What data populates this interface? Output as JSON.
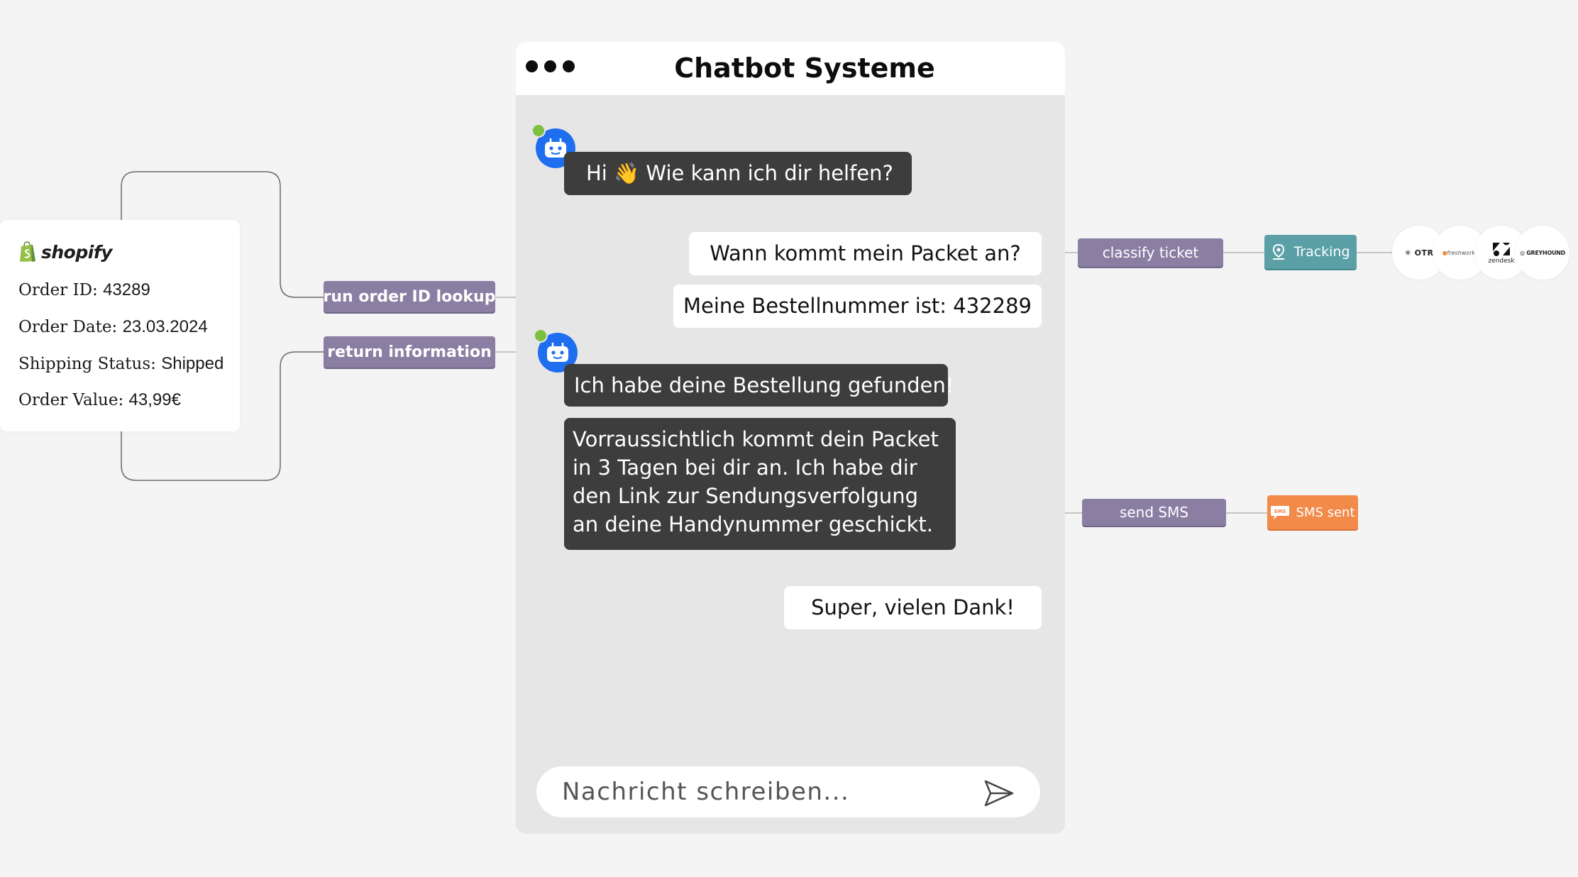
{
  "colors": {
    "background": "#f4f4f4",
    "chat_background": "#e6e6e6",
    "bot_bubble": "#3d3d3d",
    "user_bubble": "#ffffff",
    "tag_purple": "#8a7fa3",
    "tracking_teal": "#5aa0a6",
    "sms_orange": "#f28b4a",
    "bot_blue": "#1f6ef0",
    "online_green": "#7bc043"
  },
  "order_card": {
    "brand": "shopify",
    "rows": [
      {
        "key": "Order ID:",
        "value": "43289"
      },
      {
        "key": "Order Date:",
        "value": "23.03.2024"
      },
      {
        "key": "Shipping Status:",
        "value": "Shipped"
      },
      {
        "key": "Order Value:",
        "value": "43,99€"
      }
    ]
  },
  "actions": {
    "lookup": "run order ID lookup",
    "return_info": "return information",
    "classify": "classify ticket",
    "send_sms": "send SMS"
  },
  "chat": {
    "title": "Chatbot Systeme",
    "messages": [
      {
        "sender": "bot",
        "text_before_emoji": "Hi",
        "emoji": "👋",
        "text": "Wie kann ich dir helfen?"
      },
      {
        "sender": "user",
        "text": "Wann kommt mein Packet an?"
      },
      {
        "sender": "user",
        "text": "Meine Bestellnummer ist: 432289"
      },
      {
        "sender": "bot",
        "text": "Ich habe deine Bestellung gefunden!"
      },
      {
        "sender": "bot",
        "text": "Vorraussichtlich kommt dein Packet in 3 Tagen bei dir an. Ich habe dir den Link zur Sendungsverfolgung an deine Handynummer geschickt."
      },
      {
        "sender": "user",
        "text": "Super, vielen Dank!"
      }
    ],
    "input_placeholder": "Nachricht schreiben..."
  },
  "integrations": {
    "tracking_label": "Tracking",
    "sms_label": "SMS sent",
    "logos": [
      "OTR",
      "freshworks",
      "zendesk",
      "GREYHOUND"
    ]
  },
  "icons": {
    "bot": "robot-icon",
    "send": "send-icon",
    "tracking": "location-pin-icon",
    "sms": "sms-bubble-icon",
    "shopify": "shopify-bag-icon"
  }
}
